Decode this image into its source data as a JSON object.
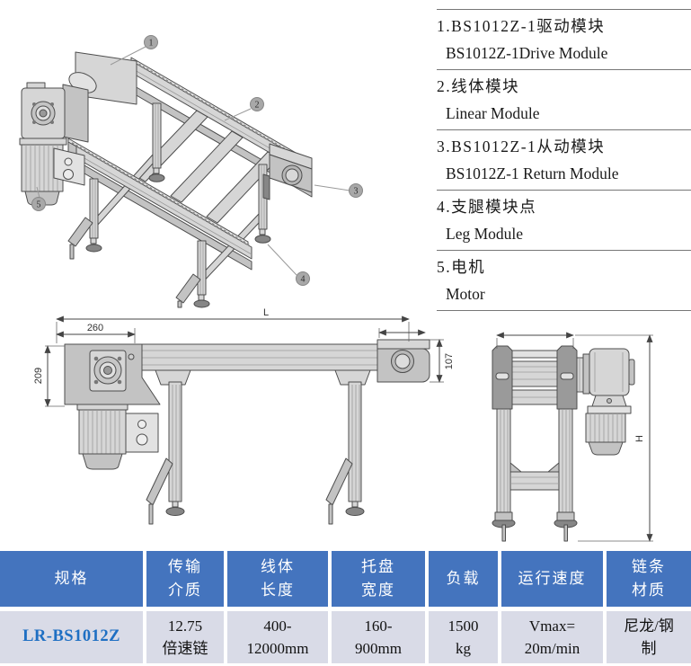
{
  "legend": {
    "items": [
      {
        "zh": "1.BS1012Z-1驱动模块",
        "en": "BS1012Z-1Drive Module"
      },
      {
        "zh": "2.线体模块",
        "en": "Linear Module"
      },
      {
        "zh": "3.BS1012Z-1从动模块",
        "en": "BS1012Z-1 Return Module"
      },
      {
        "zh": "4.支腿模块点",
        "en": "Leg Module"
      },
      {
        "zh": "5.电机",
        "en": "Motor"
      }
    ]
  },
  "callouts": [
    "1",
    "2",
    "3",
    "4",
    "5"
  ],
  "drawings": {
    "side_view": {
      "length_label": "L",
      "drive_width": "260",
      "drive_height": "209",
      "end_height": "107"
    },
    "end_view": {
      "height_label": "H"
    }
  },
  "table": {
    "headers": [
      "规格",
      "传输\n介质",
      "线体\n长度",
      "托盘\n宽度",
      "负载",
      "运行速度",
      "链条\n材质"
    ],
    "row": [
      "LR-BS1012Z",
      "12.75\n倍速链",
      "400-\n12000mm",
      "160-\n900mm",
      "1500\nkg",
      "Vmax=\n20m/min",
      "尼龙/钢\n制"
    ],
    "colors": {
      "header_bg": "#4474BE",
      "row_bg": "#D9DBE7",
      "model_text": "#1E6FC3"
    }
  }
}
